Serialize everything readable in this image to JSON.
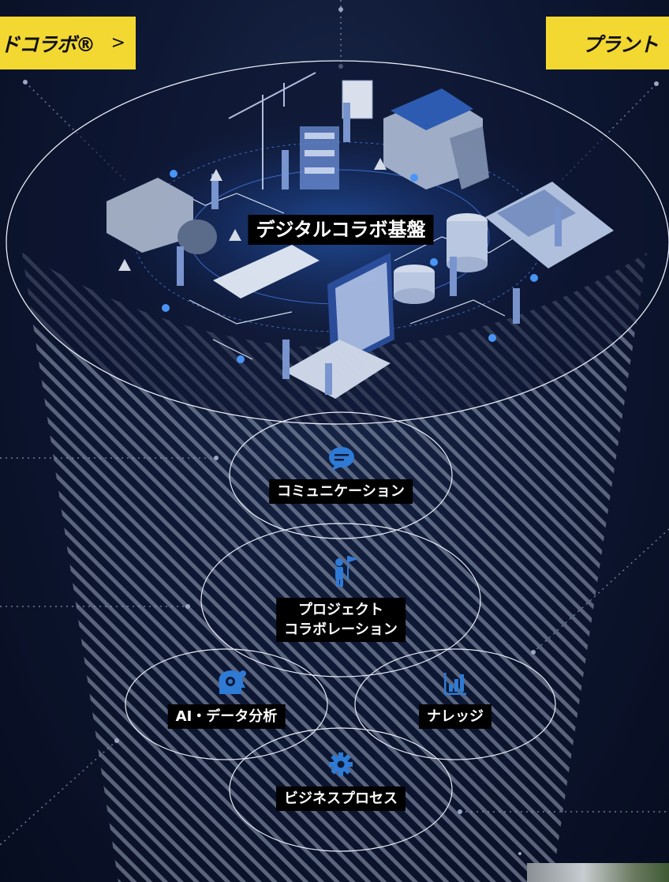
{
  "nav": {
    "left_button_label": "ドコラボ®",
    "left_chevron": ">",
    "right_button_label": "プラント"
  },
  "hub": {
    "label": "デジタルコラボ基盤"
  },
  "features": [
    {
      "label": "コミュニケーション",
      "icon": "chat-bubble-icon"
    },
    {
      "label_line1": "プロジェクト",
      "label_line2": "コラボレーション",
      "icon": "worker-flag-icon"
    },
    {
      "label": "AI・データ分析",
      "icon": "ai-head-gear-icon"
    },
    {
      "label": "ナレッジ",
      "icon": "bar-chart-icon"
    },
    {
      "label": "ビジネスプロセス",
      "icon": "gear-icon"
    }
  ],
  "colors": {
    "accent_yellow": "#f3d832",
    "icon_blue": "#2e7bd6",
    "background": "#0e1834"
  }
}
